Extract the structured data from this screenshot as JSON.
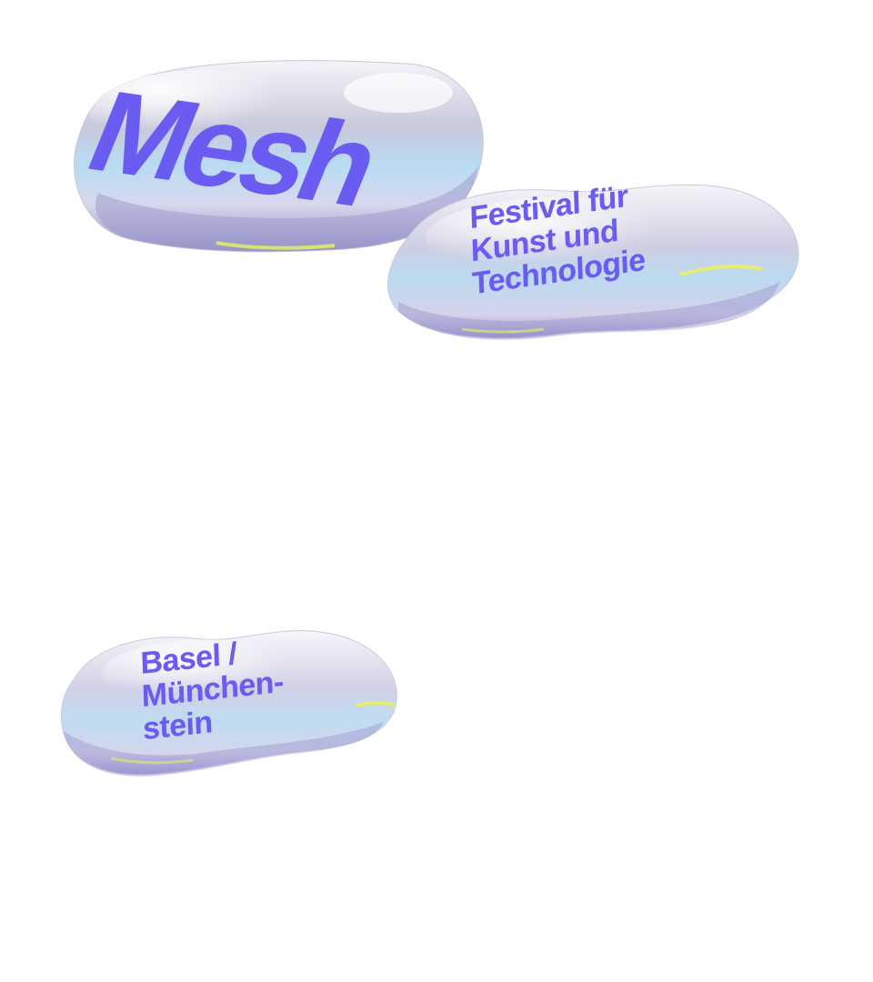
{
  "blobs": {
    "mesh": {
      "text": "Mesh"
    },
    "festival": {
      "line1": "Festival für",
      "line2": "Kunst und",
      "line3": "Technologie"
    },
    "basel": {
      "line1": "Basel /",
      "line2": "München-",
      "line3": "stein"
    }
  },
  "colors": {
    "text": "#6a5cf0",
    "background": "#ffffff",
    "chrome_highlight": "#ffffff",
    "chrome_shadow": "#8f8cc4",
    "chrome_tint_blue": "#a9d6f2",
    "chrome_tint_yellow": "#e6f55a"
  }
}
